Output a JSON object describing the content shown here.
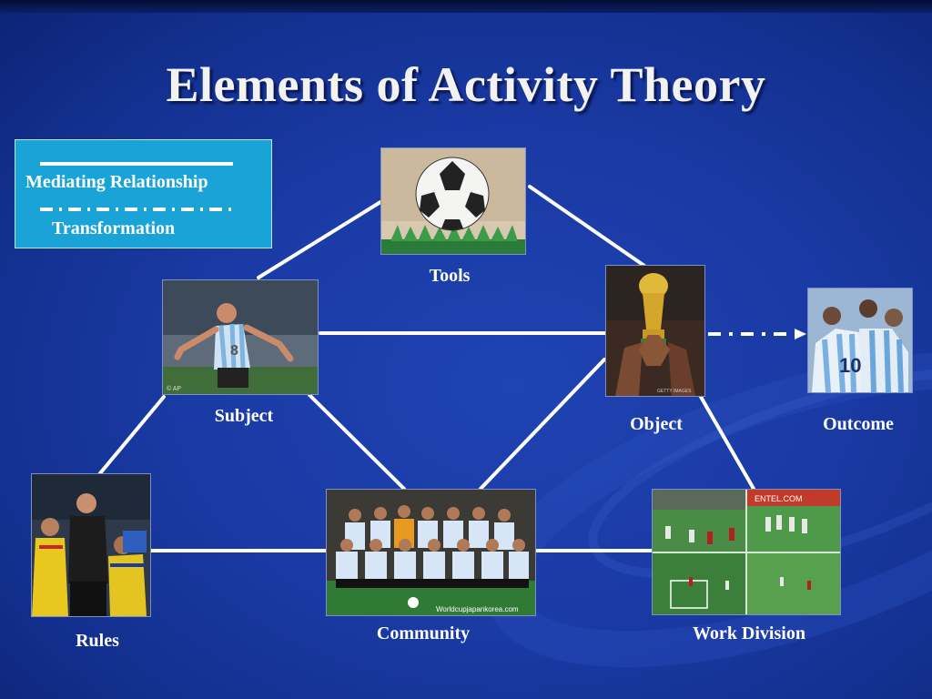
{
  "slide": {
    "title": "Elements of Activity Theory"
  },
  "legend": {
    "solid_label": "Mediating Relationship",
    "dashed_label": "Transformation"
  },
  "nodes": {
    "tools": "Tools",
    "subject": "Subject",
    "object": "Object",
    "outcome": "Outcome",
    "rules": "Rules",
    "community": "Community",
    "work_division": "Work Division"
  },
  "photo_captions": {
    "subject_credit": "© AP",
    "object_credit": "GETTY IMAGES",
    "community_credit": "Worldcupjapankorea.com",
    "work_division_banner": "ENTEL.COM"
  },
  "colors": {
    "background": "#1a3aa4",
    "legend_fill": "#1aa3d6",
    "connector": "#ffffff"
  }
}
